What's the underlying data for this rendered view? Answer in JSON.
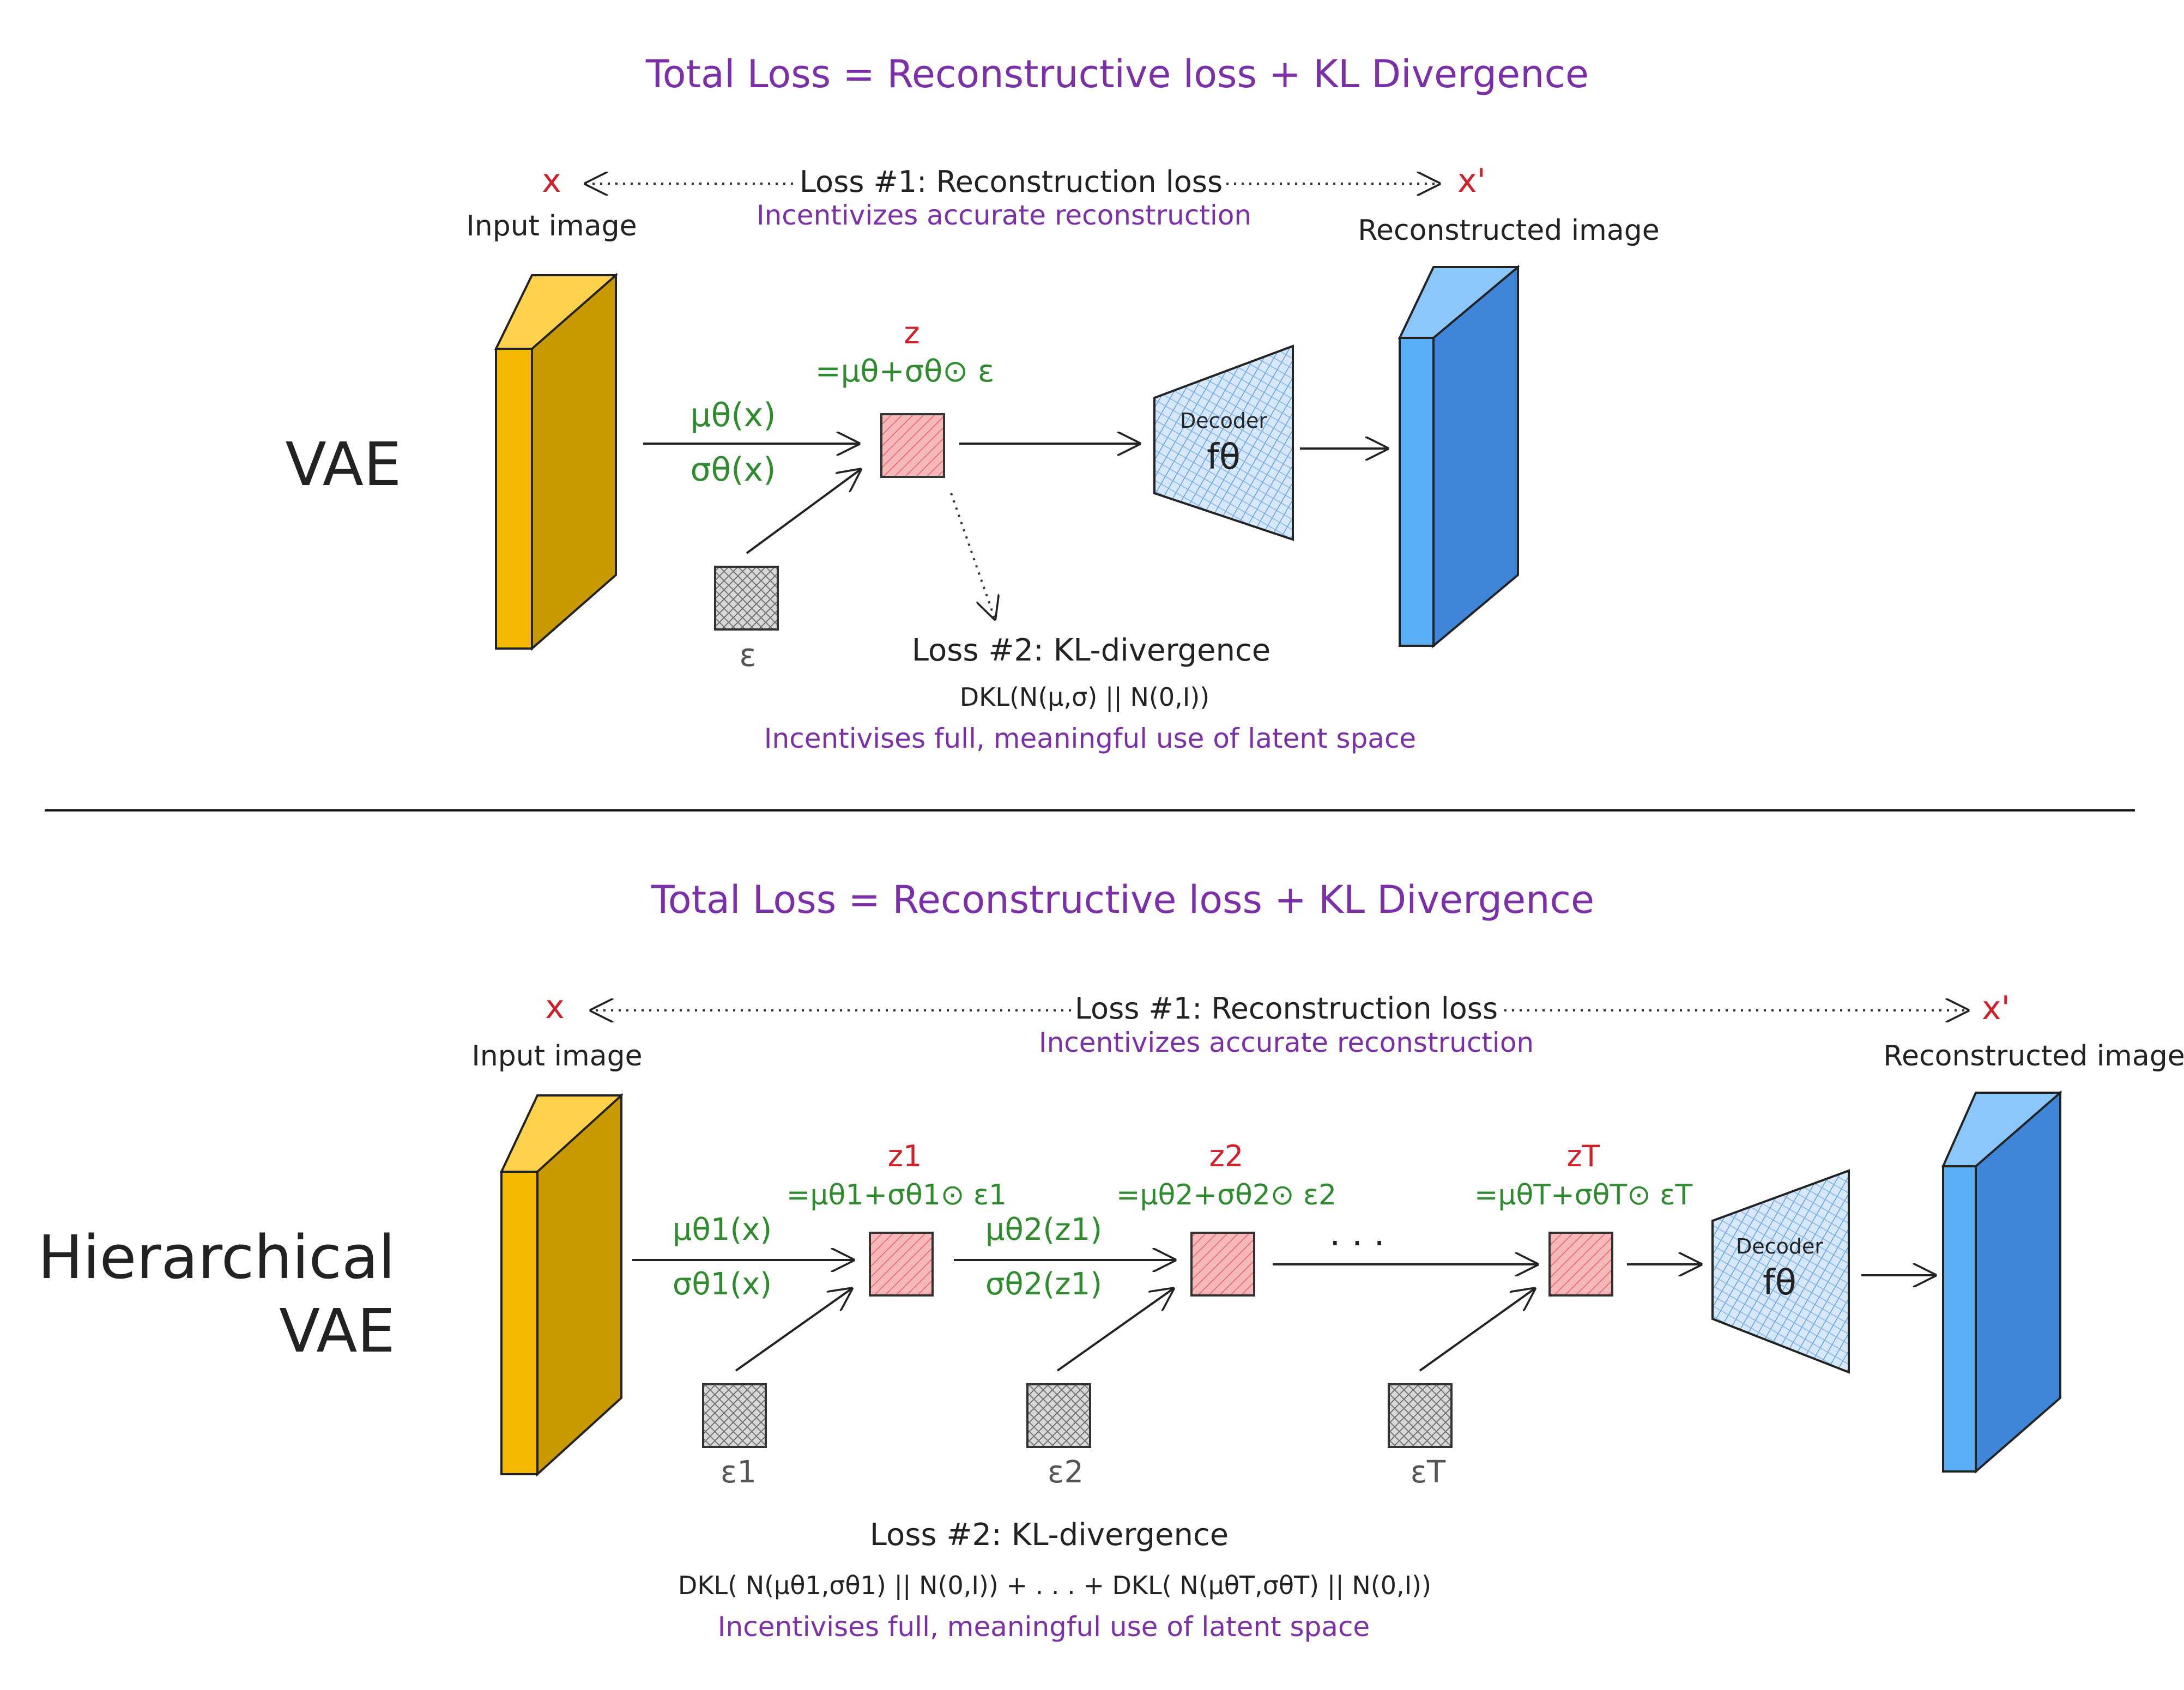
{
  "colors": {
    "purple": "#7b2fa8",
    "green": "#2e8b2e",
    "red": "#d0202a",
    "text": "#222222",
    "input_front": "#f5b800",
    "input_side": "#c99a00",
    "output_front": "#5aaef5",
    "output_side": "#3f86d8",
    "latent_fill": "#f4a7aa",
    "noise_fill": "#cfcfcf",
    "decoder_fill": "#cfe3f7"
  },
  "top": {
    "total_loss": "Total Loss = Reconstructive loss + KL Divergence",
    "input_symbol": "x",
    "input_label": "Input image",
    "output_symbol": "x'",
    "output_label": "Reconstructed image",
    "loss1_title": "Loss #1: Reconstruction loss",
    "loss1_sub": "Incentivizes accurate reconstruction",
    "model_label": "VAE",
    "mu": "μθ(x)",
    "sigma": "σθ(x)",
    "z_label": "z",
    "z_eq": "=μθ+σθ⊙ ε",
    "epsilon": "ε",
    "decoder_label": "Decoder",
    "decoder_fn": "fθ",
    "loss2_title": "Loss #2: KL-divergence",
    "loss2_formula": "DKL(N(μ,σ) || N(0,I))",
    "loss2_sub": "Incentivises full, meaningful use of latent space"
  },
  "bottom": {
    "total_loss": "Total Loss = Reconstructive loss + KL Divergence",
    "input_symbol": "x",
    "input_label": "Input image",
    "output_symbol": "x'",
    "output_label": "Reconstructed image",
    "loss1_title": "Loss #1: Reconstruction loss",
    "loss1_sub": "Incentivizes accurate reconstruction",
    "model_label_1": "Hierarchical",
    "model_label_2": "VAE",
    "mu1": "μθ1(x)",
    "sigma1": "σθ1(x)",
    "mu2": "μθ2(z1)",
    "sigma2": "σθ2(z1)",
    "z1": "z1",
    "z1_eq": "=μθ1+σθ1⊙ ε1",
    "z2": "z2",
    "z2_eq": "=μθ2+σθ2⊙ ε2",
    "zT": "zT",
    "zT_eq": "=μθT+σθT⊙ εT",
    "dots": ". . .",
    "eps1": "ε1",
    "eps2": "ε2",
    "epsT": "εT",
    "decoder_label": "Decoder",
    "decoder_fn": "fθ",
    "loss2_title": "Loss #2: KL-divergence",
    "loss2_formula": "DKL( N(μθ1,σθ1) || N(0,I))  + . . . + DKL( N(μθT,σθT) || N(0,I))",
    "loss2_sub": "Incentivises full, meaningful use of latent space"
  }
}
